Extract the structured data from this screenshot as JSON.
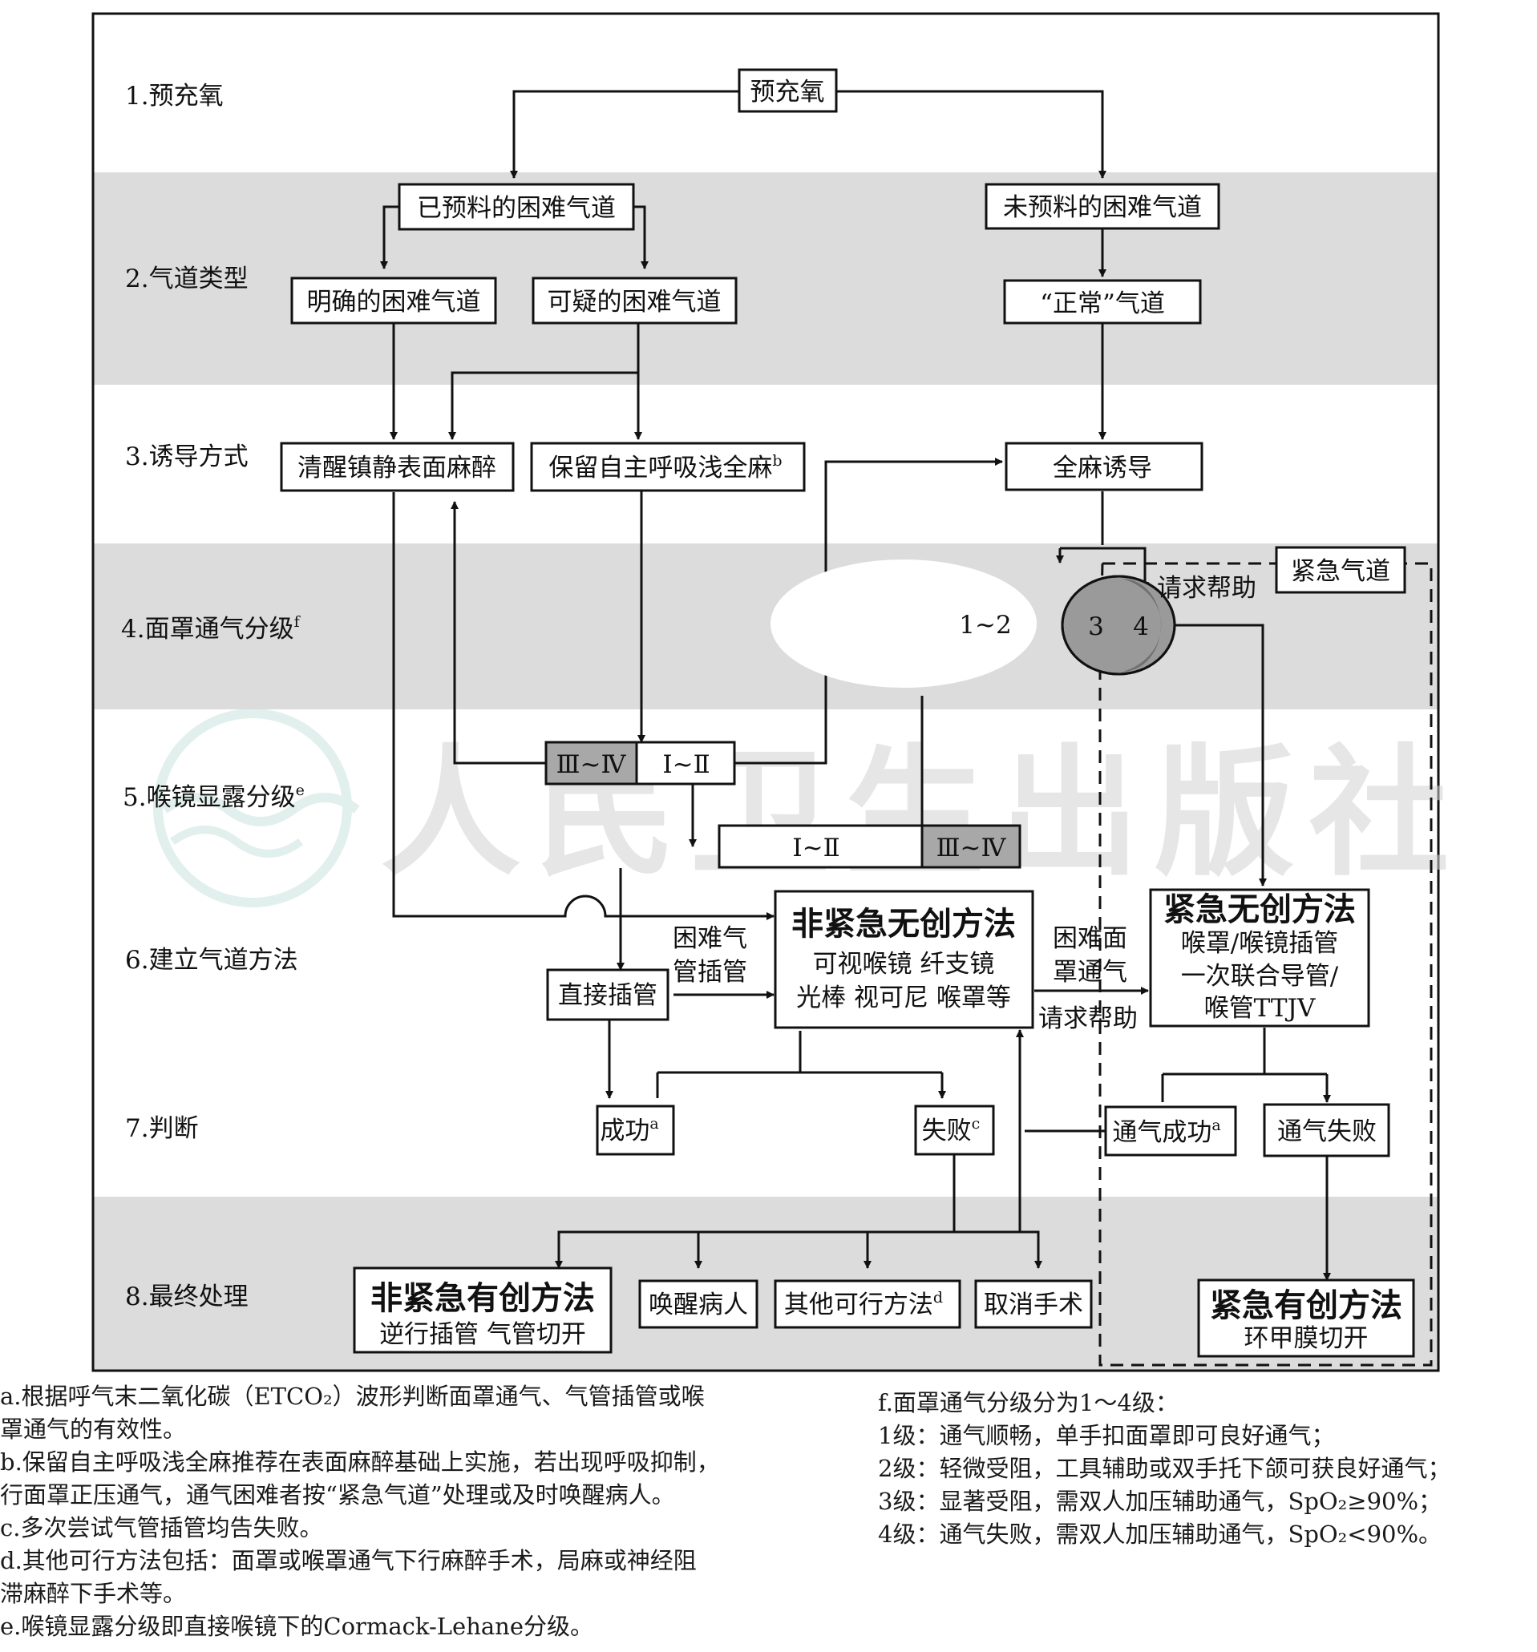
{
  "steps": [
    "1.预充氧",
    "2.气道类型",
    "3.诱导方式",
    "4.面罩通气分级",
    "5.喉镜显露分级",
    "6.建立气道方法",
    "7.判断",
    "8.最终处理"
  ],
  "step_sup": {
    "mask": "f",
    "laryngo": "e"
  },
  "nodes": {
    "preox": "预充氧",
    "anticipated": "已预料的困难气道",
    "unanticipated": "未预料的困难气道",
    "definite": "明确的困难气道",
    "suspected": "可疑的困难气道",
    "normal": "“正常”气道",
    "awake": "清醒镇静表面麻醉",
    "spont": "保留自主呼吸浅全麻",
    "spont_sup": "b",
    "ga": "全麻诱导",
    "emergency_airway": "紧急气道",
    "call_help": "请求帮助",
    "grade12": "1~2",
    "grade3": "3",
    "grade4": "4",
    "cl_34_a": "Ⅲ~Ⅳ",
    "cl_12_a": "Ⅰ~Ⅱ",
    "cl_12_b": "Ⅰ~Ⅱ",
    "cl_34_b": "Ⅲ~Ⅳ",
    "nonurgent_noninv_title": "非紧急无创方法",
    "nonurgent_noninv_l1": "可视喉镜 纤支镜",
    "nonurgent_noninv_l2": "光棒 视可尼 喉罩等",
    "difficult_intub_l1": "困难气",
    "difficult_intub_l2": "管插管",
    "direct": "直接插管",
    "difficult_mask_l1": "困难面",
    "difficult_mask_l2": "罩通气",
    "call_help2": "请求帮助",
    "urgent_noninv_title": "紧急无创方法",
    "urgent_noninv_l1": "喉罩/喉镜插管",
    "urgent_noninv_l2": "一次联合导管/",
    "urgent_noninv_l3": "喉管TTJV",
    "success": "成功",
    "success_sup": "a",
    "fail": "失败",
    "fail_sup": "c",
    "vent_success": "通气成功",
    "vent_success_sup": "a",
    "vent_fail": "通气失败",
    "nonurgent_inv_title": "非紧急有创方法",
    "nonurgent_inv_sub": "逆行插管 气管切开",
    "wake": "唤醒病人",
    "other": "其他可行方法",
    "other_sup": "d",
    "cancel": "取消手术",
    "urgent_inv_title": "紧急有创方法",
    "urgent_inv_sub": "环甲膜切开"
  },
  "watermark": "人民卫生出版社",
  "notes_left": [
    "a.根据呼气末二氧化碳（ETCO₂）波形判断面罩通气、气管插管或喉",
    "罩通气的有效性。",
    "b.保留自主呼吸浅全麻推荐在表面麻醉基础上实施，若出现呼吸抑制，",
    "行面罩正压通气，通气困难者按“紧急气道”处理或及时唤醒病人。",
    "c.多次尝试气管插管均告失败。",
    "d.其他可行方法包括：面罩或喉罩通气下行麻醉手术，局麻或神经阻",
    "滞麻醉下手术等。",
    "e.喉镜显露分级即直接喉镜下的Cormack-Lehane分级。"
  ],
  "notes_right": [
    "f.面罩通气分级分为1～4级：",
    "1级：通气顺畅，单手扣面罩即可良好通气；",
    "2级：轻微受阻，工具辅助或双手托下颌可获良好通气；",
    "3级：显著受阻，需双人加压辅助通气，SpO₂≥90%；",
    "4级：通气失败，需双人加压辅助通气，SpO₂<90%。"
  ],
  "colors": {
    "band": "#dcdcdc",
    "grade_shade": "#9a9a9a",
    "grade_dark": "#707070",
    "cl_shade": "#a8a8a8",
    "watermark": "#c9e3e0"
  }
}
